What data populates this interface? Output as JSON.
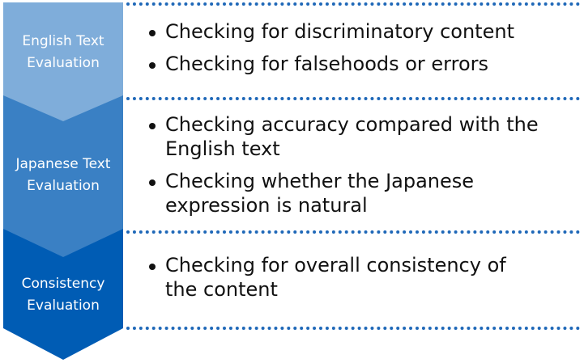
{
  "colors": {
    "stage1": "#7fadda",
    "stage2": "#3a80c4",
    "stage3": "#005cb4",
    "dots": "#1f68b8"
  },
  "stages": [
    {
      "title": "English Text\nEvaluation",
      "line1": "English Text",
      "line2": "Evaluation",
      "items": [
        "Checking for discriminatory content",
        "Checking for falsehoods or errors"
      ]
    },
    {
      "title": "Japanese Text Evaluation",
      "line1": "Japanese Text",
      "line2": "Evaluation",
      "items": [
        "Checking accuracy compared with the English text",
        "Checking whether the Japanese expression is natural"
      ]
    },
    {
      "title": "Consistency Evaluation",
      "line1": "Consistency",
      "line2": "Evaluation",
      "items": [
        "Checking for overall consistency of the content"
      ]
    }
  ]
}
